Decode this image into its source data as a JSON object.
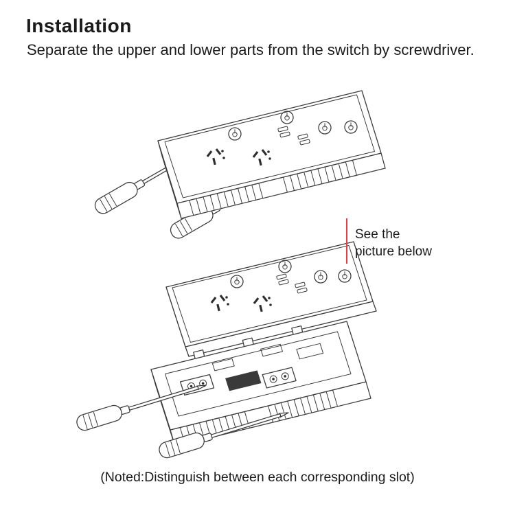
{
  "title": "Installation",
  "subtitle": "Separate the upper and lower parts from the switch by screwdriver.",
  "see_note": "See the picture below",
  "caption": "(Noted:Distinguish between each corresponding slot)",
  "colors": {
    "ink": "#1b1b1b",
    "accent_red": "#ef3a41",
    "line_art": "#3d3d3d"
  },
  "icons": {
    "screwdriver": "screwdriver-icon",
    "power_button": "power-button-icon",
    "socket_holes": "socket-holes-icon",
    "usb_ports": "usb-ports-icon",
    "pointer_line": "red-pointer-line"
  }
}
